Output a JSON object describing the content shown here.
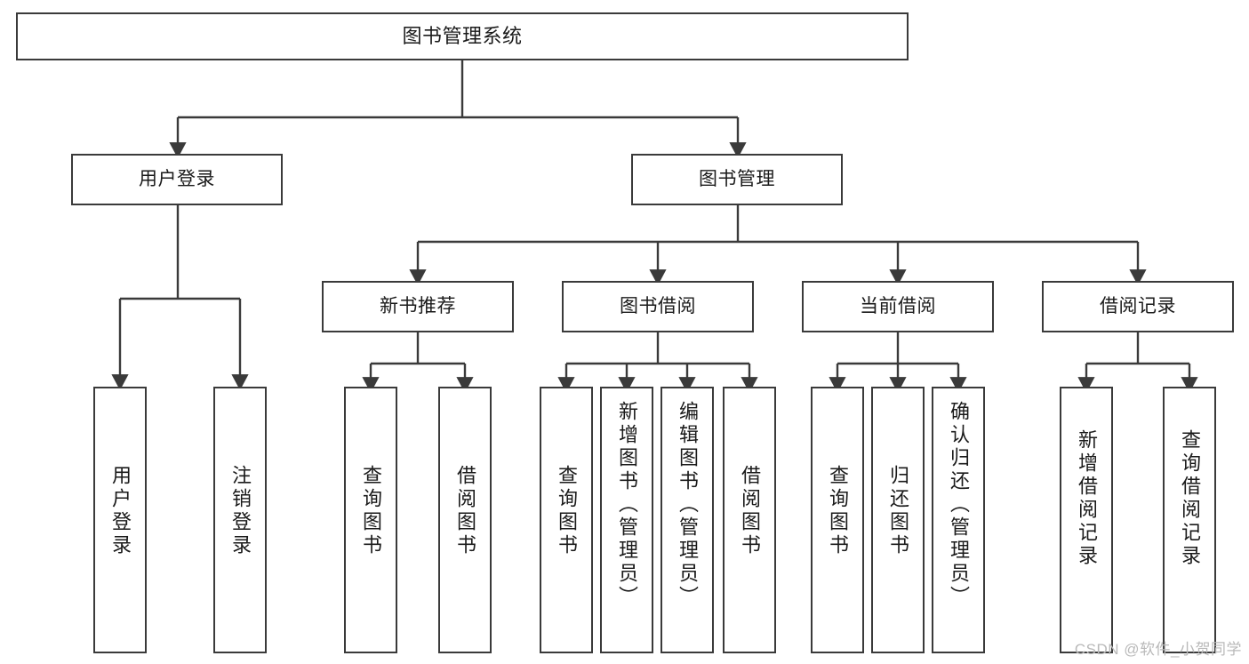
{
  "diagram": {
    "title": "图书管理系统",
    "type": "功能结构图",
    "line_color": "#3a3a3a",
    "box_fill": "#ffffff",
    "text_color": "#1a1a1a"
  },
  "nodes": {
    "root": {
      "label": "图书管理系统"
    },
    "user_login": {
      "label": "用户登录"
    },
    "book_manage": {
      "label": "图书管理"
    },
    "new_book_rec": {
      "label": "新书推荐"
    },
    "book_borrow": {
      "label": "图书借阅"
    },
    "current_borrow": {
      "label": "当前借阅"
    },
    "borrow_record": {
      "label": "借阅记录"
    },
    "leaf_user_login": {
      "label": "用户登录"
    },
    "leaf_logout": {
      "label": "注销登录"
    },
    "leaf_query_book_1": {
      "label": "查询图书"
    },
    "leaf_borrow_book_1": {
      "label": "借阅图书"
    },
    "leaf_query_book_2": {
      "label": "查询图书"
    },
    "leaf_add_book": {
      "label": "新增图书（管理员）"
    },
    "leaf_edit_book": {
      "label": "编辑图书（管理员）"
    },
    "leaf_borrow_book_2": {
      "label": "借阅图书"
    },
    "leaf_query_book_3": {
      "label": "查询图书"
    },
    "leaf_return_book": {
      "label": "归还图书"
    },
    "leaf_confirm_return": {
      "label": "确认归还（管理员）"
    },
    "leaf_add_record": {
      "label": "新增借阅记录"
    },
    "leaf_query_record": {
      "label": "查询借阅记录"
    }
  },
  "watermark": {
    "text": "CSDN @软件_小贺同学"
  },
  "chart_data": {
    "type": "tree",
    "title": "图书管理系统",
    "hierarchy": [
      {
        "label": "图书管理系统",
        "children": [
          {
            "label": "用户登录",
            "children": [
              {
                "label": "用户登录"
              },
              {
                "label": "注销登录"
              }
            ]
          },
          {
            "label": "图书管理",
            "children": [
              {
                "label": "新书推荐",
                "children": [
                  {
                    "label": "查询图书"
                  },
                  {
                    "label": "借阅图书"
                  }
                ]
              },
              {
                "label": "图书借阅",
                "children": [
                  {
                    "label": "查询图书"
                  },
                  {
                    "label": "新增图书（管理员）"
                  },
                  {
                    "label": "编辑图书（管理员）"
                  },
                  {
                    "label": "借阅图书"
                  }
                ]
              },
              {
                "label": "当前借阅",
                "children": [
                  {
                    "label": "查询图书"
                  },
                  {
                    "label": "归还图书"
                  },
                  {
                    "label": "确认归还（管理员）"
                  }
                ]
              },
              {
                "label": "借阅记录",
                "children": [
                  {
                    "label": "新增借阅记录"
                  },
                  {
                    "label": "查询借阅记录"
                  }
                ]
              }
            ]
          }
        ]
      }
    ]
  }
}
